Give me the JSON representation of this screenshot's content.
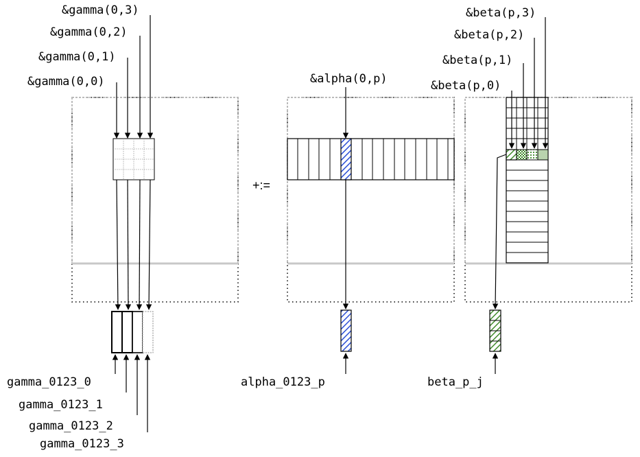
{
  "operator": "+:=",
  "gamma": {
    "top_labels": [
      "&gamma(0,3)",
      "&gamma(0,2)",
      "&gamma(0,1)",
      "&gamma(0,0)"
    ],
    "bottom_labels": [
      "gamma_0123_0",
      "gamma_0123_1",
      "gamma_0123_2",
      "gamma_0123_3"
    ]
  },
  "alpha": {
    "top_label": "&alpha(0,p)",
    "bottom_label": "alpha_0123_p",
    "color": "#2b4fd6"
  },
  "beta": {
    "top_labels": [
      "&beta(p,3)",
      "&beta(p,2)",
      "&beta(p,1)",
      "&beta(p,0)"
    ],
    "bottom_label": "beta_p_j",
    "color": "#3f8a2a"
  }
}
